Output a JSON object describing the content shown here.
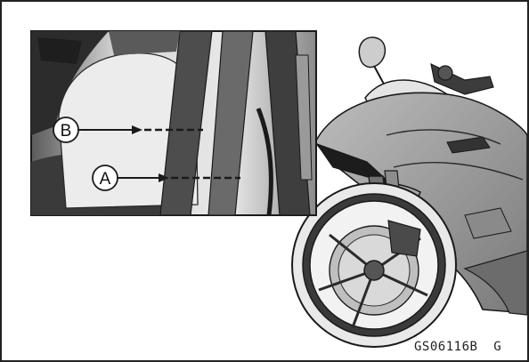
{
  "figure": {
    "id_code": "GS06116B",
    "id_suffix": "G"
  },
  "callouts": [
    {
      "key": "b",
      "letter": "B"
    },
    {
      "key": "a",
      "letter": "A"
    }
  ],
  "palette": {
    "line": "#1a1a1a",
    "inset_bg": "#d8d8d8",
    "body_light": "#cfcfcf",
    "body_mid": "#9e9e9e",
    "body_dark": "#4a4a4a",
    "fork": "#6e6e6e"
  }
}
